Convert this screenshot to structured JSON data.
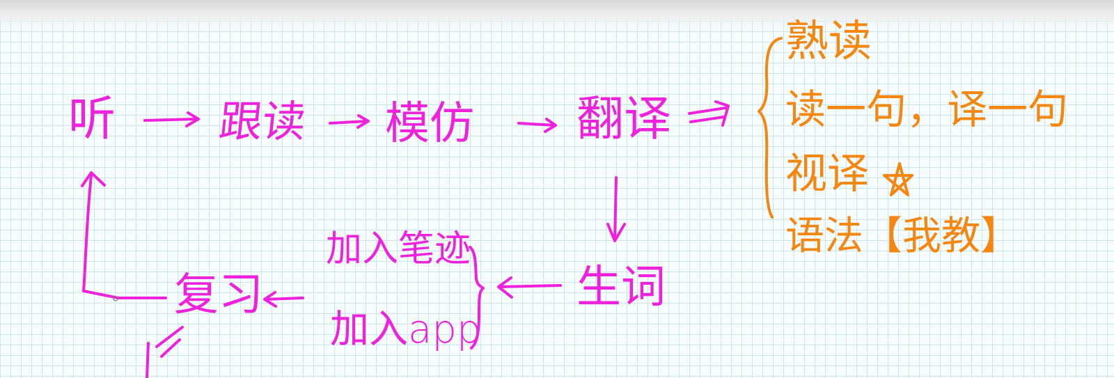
{
  "colors": {
    "pink": "#ee22dd",
    "orange": "#f5860f",
    "grid": "#c9e6ee",
    "paper": "#f7fcfd"
  },
  "flow": {
    "listen": "听",
    "shadow_read": "跟读",
    "imitate": "模仿",
    "translate": "翻译",
    "vocab": "生词",
    "add_notes": "加入笔迹",
    "add_app": "加入app",
    "review": "复习"
  },
  "translate_methods": [
    {
      "text": "熟读"
    },
    {
      "text": "读一句，译一句"
    },
    {
      "text": "视译"
    },
    {
      "text": "语法【我教】"
    }
  ]
}
